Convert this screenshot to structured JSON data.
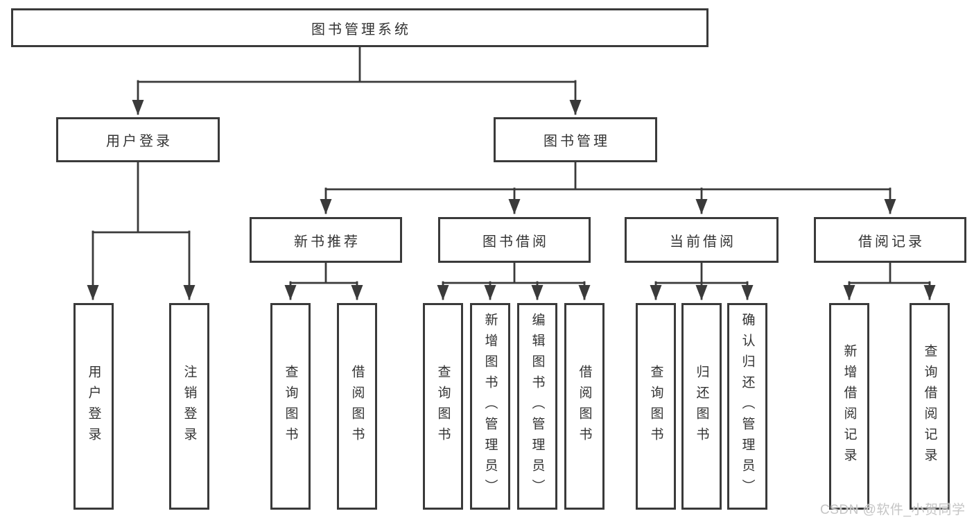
{
  "root": {
    "label": "图书管理系统"
  },
  "level2": [
    {
      "label": "用户登录"
    },
    {
      "label": "图书管理"
    }
  ],
  "level3": [
    {
      "label": "新书推荐"
    },
    {
      "label": "图书借阅"
    },
    {
      "label": "当前借阅"
    },
    {
      "label": "借阅记录"
    }
  ],
  "leaves": {
    "user": [
      {
        "label": "用户登录"
      },
      {
        "label": "注销登录"
      }
    ],
    "recommend": [
      {
        "label": "查询图书"
      },
      {
        "label": "借阅图书"
      }
    ],
    "borrow": [
      {
        "label": "查询图书"
      },
      {
        "label": "新增图书（管理员）"
      },
      {
        "label": "编辑图书（管理员）"
      },
      {
        "label": "借阅图书"
      }
    ],
    "current": [
      {
        "label": "查询图书"
      },
      {
        "label": "归还图书"
      },
      {
        "label": "确认归还（管理员）"
      }
    ],
    "records": [
      {
        "label": "新增借阅记录"
      },
      {
        "label": "查询借阅记录"
      }
    ]
  },
  "watermark": "CSDN @软件_小贺同学",
  "colors": {
    "line": "#3a3a3a",
    "text": "#333333",
    "box_background": "#ffffff",
    "watermark": "#c5c5c5"
  }
}
